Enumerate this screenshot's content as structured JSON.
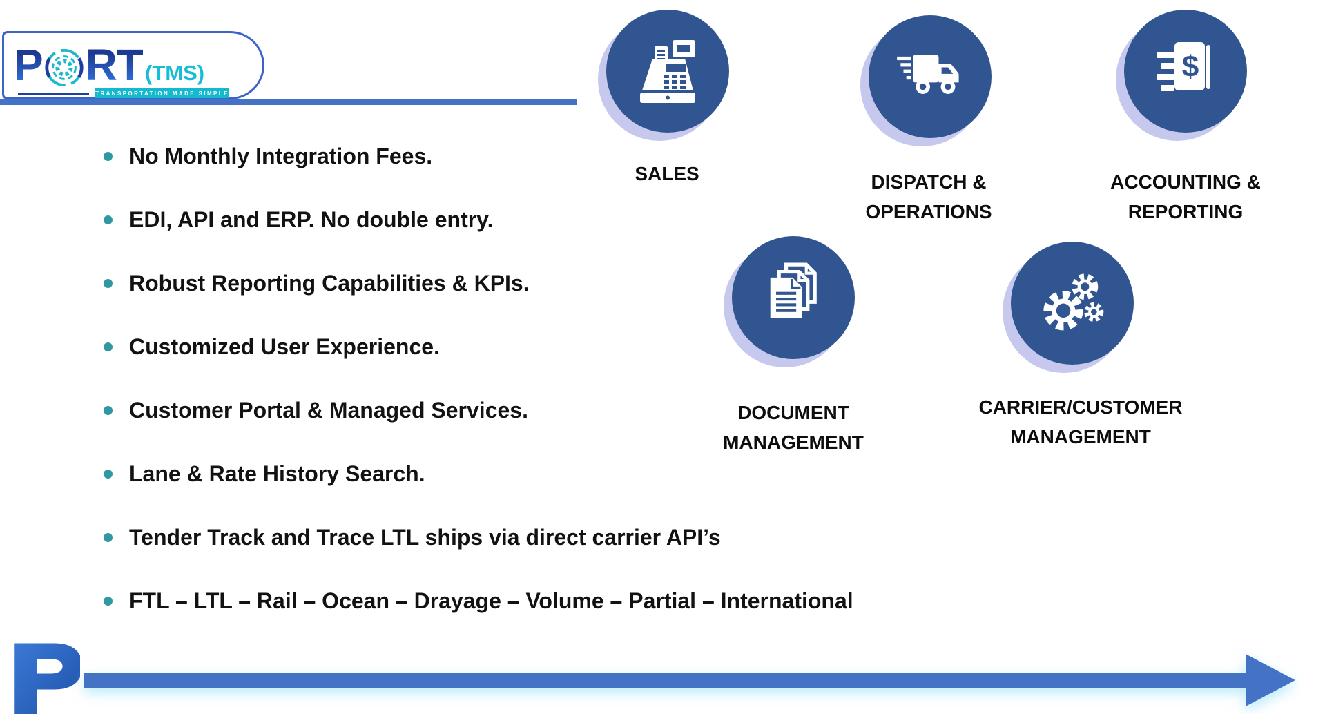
{
  "logo": {
    "brand_p": "P",
    "brand_rt": "RT",
    "suffix": "(TMS)",
    "tagline": "TRANSPORTATION MADE SIMPLE"
  },
  "bullets": {
    "items": [
      "No Monthly Integration Fees.",
      "EDI, API and ERP. No double entry.",
      "Robust Reporting Capabilities & KPIs.",
      "Customized User Experience.",
      "Customer Portal & Managed Services.",
      "Lane & Rate History Search.",
      "Tender Track and Trace LTL ships via direct carrier API’s",
      "FTL – LTL – Rail – Ocean – Drayage – Volume – Partial – International"
    ]
  },
  "features": [
    {
      "id": "sales",
      "icon": "cash-register-icon",
      "label_lines": [
        "SALES"
      ]
    },
    {
      "id": "dispatch-operations",
      "icon": "delivery-truck-icon",
      "label_lines": [
        "DISPATCH &",
        "OPERATIONS"
      ]
    },
    {
      "id": "accounting-reporting",
      "icon": "ledger-dollar-icon",
      "label_lines": [
        "ACCOUNTING &",
        "REPORTING"
      ]
    },
    {
      "id": "document-management",
      "icon": "documents-stack-icon",
      "label_lines": [
        "DOCUMENT",
        "MANAGEMENT"
      ]
    },
    {
      "id": "carrier-customer-management",
      "icon": "gears-icon",
      "label_lines": [
        "CARRIER/CUSTOMER",
        "MANAGEMENT"
      ]
    }
  ],
  "colors": {
    "circle_blue": "#315590",
    "circle_shadow": "#C6C9ED",
    "accent_blue": "#4472C4",
    "logo_teal": "#17BCD6",
    "tagline_teal": "#14B9CC",
    "bullet_teal": "#2F98A3",
    "navy": "#1D3FA3"
  }
}
